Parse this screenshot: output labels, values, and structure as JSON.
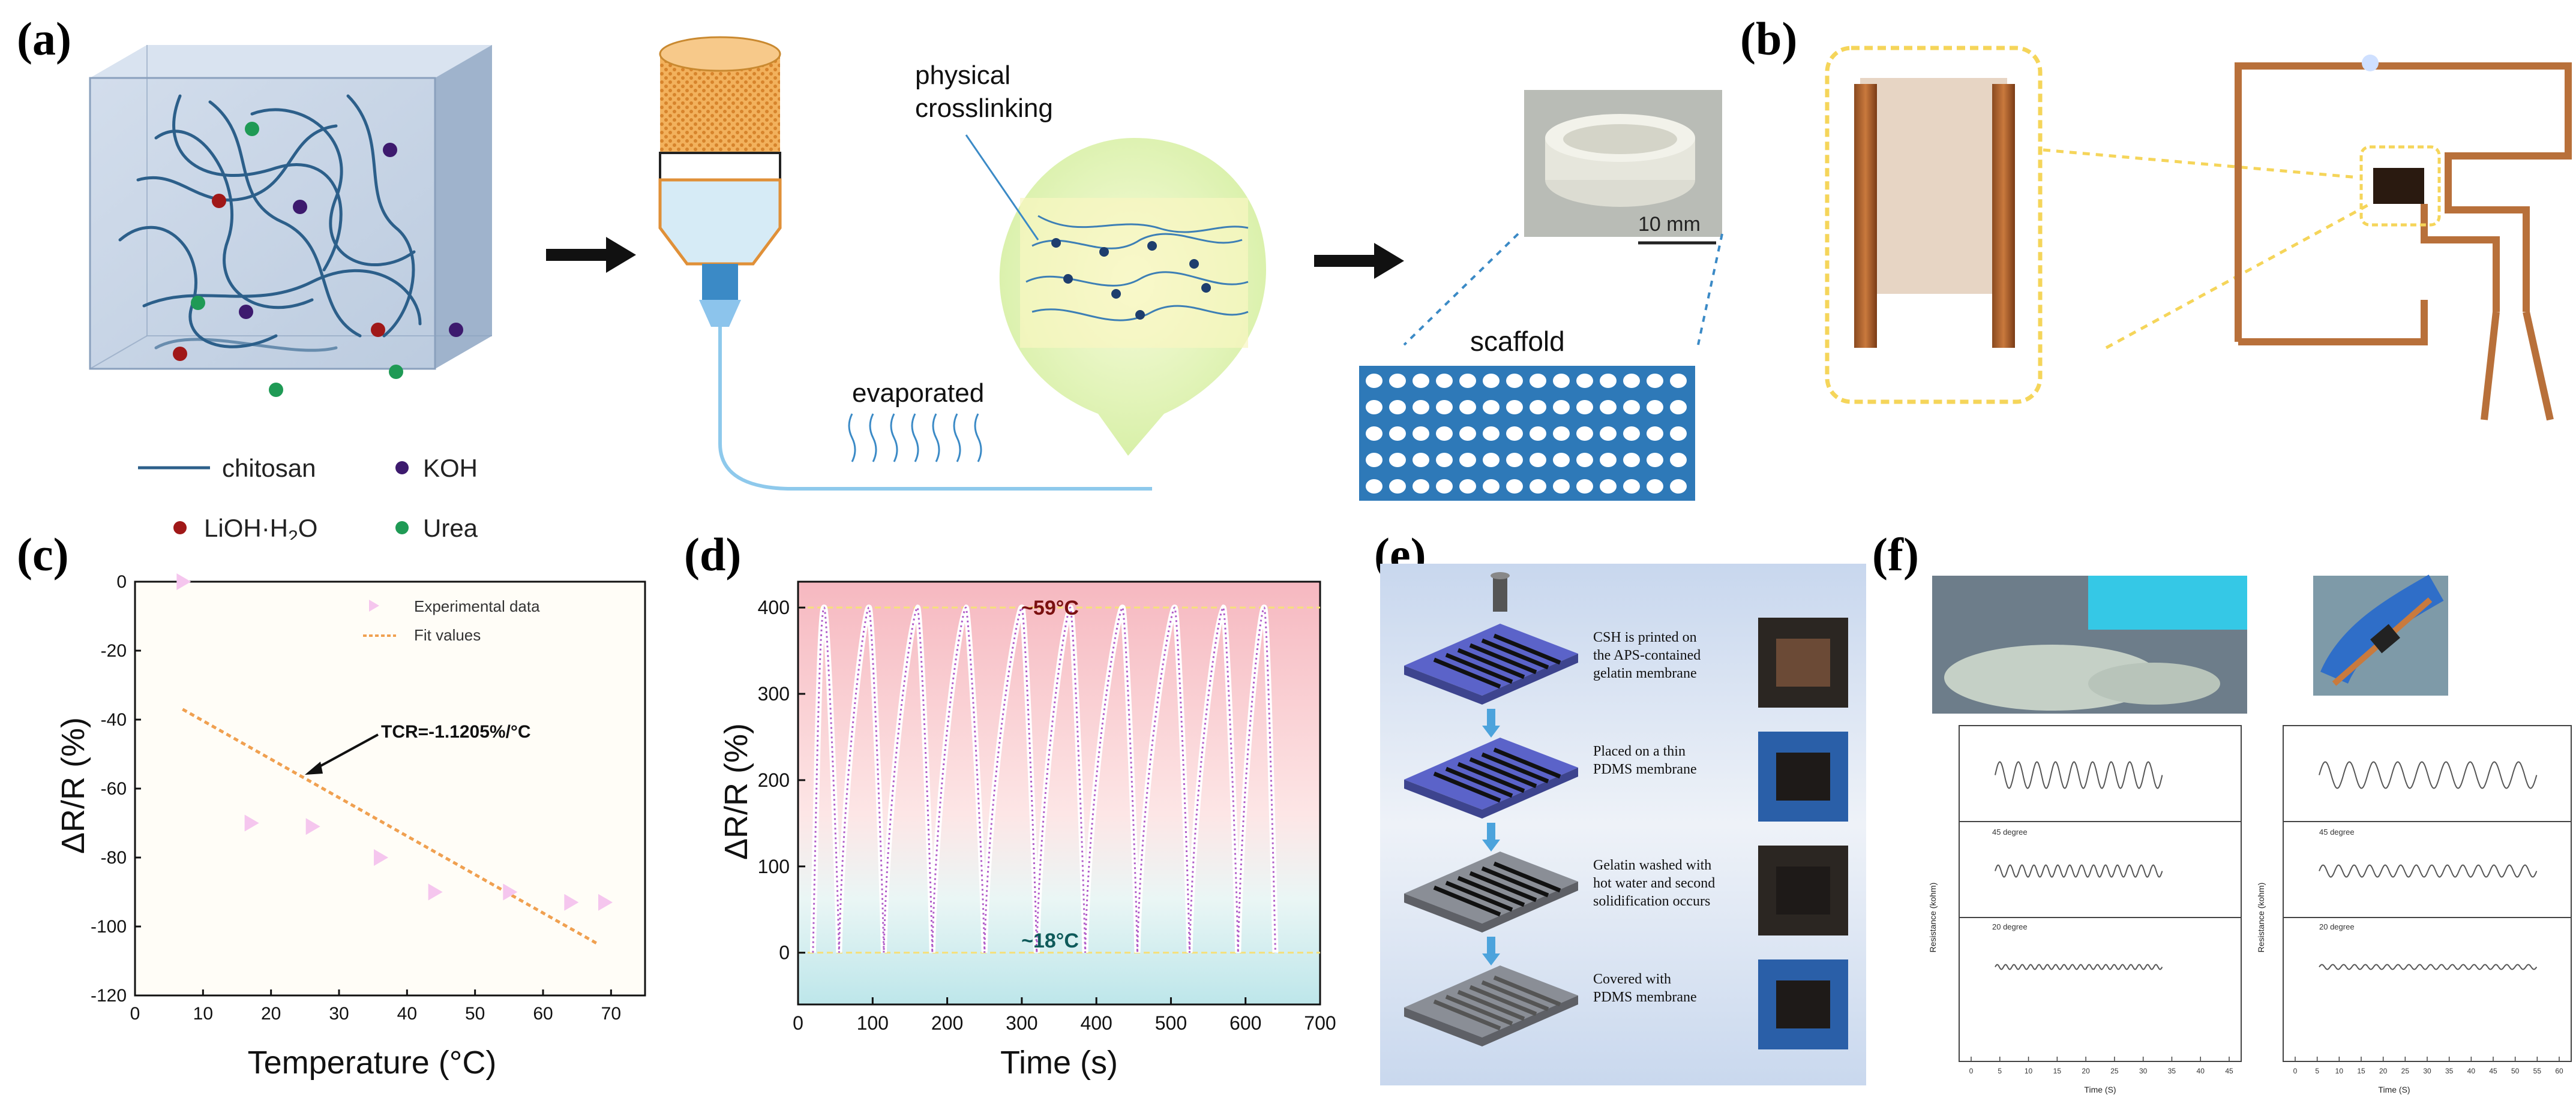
{
  "panels": {
    "a": {
      "label": "(a)",
      "crosslink_label_1": "physical",
      "crosslink_label_2": "crosslinking",
      "evaporated": "evaporated",
      "scale": "10 mm",
      "scaffold": "scaffold",
      "legend": {
        "chitosan": "chitosan",
        "koh": "KOH",
        "lioh_main": "LiOH·H",
        "lioh_sub": "2",
        "lioh_tail": "O",
        "urea": "Urea"
      },
      "colors": {
        "chitosan": "#2c5f8a",
        "koh": "#3d1a6e",
        "lioh": "#a01818",
        "urea": "#1f9a55"
      }
    },
    "b": {
      "label": "(b)"
    },
    "c": {
      "label": "(c)",
      "tcr_annotation": "TCR=-1.1205%/°C"
    },
    "d": {
      "label": "(d)",
      "hot_label": "~59°C",
      "cold_label": "~18°C"
    },
    "e": {
      "label": "(e)",
      "steps": [
        [
          "CSH is printed on",
          "the APS-contained",
          "gelatin membrane"
        ],
        [
          "Placed on a thin",
          "PDMS membrane"
        ],
        [
          "Gelatin washed with",
          "hot water and second",
          "solidification occurs"
        ],
        [
          "Covered with",
          "PDMS membrane"
        ]
      ]
    },
    "f": {
      "label": "(f)",
      "ylabel": "Resistance (kohm)",
      "xlabel": "Time (S)",
      "deg45": "45 degree",
      "deg20": "20 degree",
      "xticks_left": [
        "0",
        "5",
        "10",
        "15",
        "20",
        "25",
        "30",
        "35",
        "40",
        "45"
      ],
      "xticks_right": [
        "0",
        "5",
        "10",
        "15",
        "20",
        "25",
        "30",
        "35",
        "40",
        "45",
        "50",
        "55",
        "60"
      ]
    }
  },
  "chart_data": [
    {
      "type": "scatter",
      "panel": "c",
      "xlabel": "Temperature (°C)",
      "ylabel": "ΔR/R (%)",
      "xlim": [
        0,
        75
      ],
      "ylim": [
        -120,
        0
      ],
      "xticks": [
        0,
        10,
        20,
        30,
        40,
        50,
        60,
        70
      ],
      "yticks": [
        0,
        -20,
        -40,
        -60,
        -80,
        -100,
        -120
      ],
      "legend": [
        "Experimental data",
        "Fit values"
      ],
      "legend_position": "top-right",
      "series": [
        {
          "name": "Experimental data",
          "x": [
            7,
            17,
            26,
            36,
            44,
            55,
            64,
            69
          ],
          "y": [
            0,
            -70,
            -71,
            -80,
            -90,
            -90,
            -93,
            -93
          ]
        },
        {
          "name": "Fit values",
          "x": [
            7,
            68
          ],
          "y": [
            -37,
            -105
          ]
        }
      ]
    },
    {
      "type": "line",
      "panel": "d",
      "xlabel": "Time (s)",
      "ylabel": "ΔR/R (%)",
      "xlim": [
        0,
        700
      ],
      "ylim": [
        -60,
        430
      ],
      "xticks": [
        0,
        100,
        200,
        300,
        400,
        500,
        600,
        700
      ],
      "yticks": [
        0,
        100,
        200,
        300,
        400
      ],
      "cycles": {
        "peak_times": [
          35,
          95,
          160,
          225,
          300,
          365,
          435,
          505,
          570,
          625
        ],
        "trough_times": [
          55,
          115,
          180,
          250,
          320,
          385,
          455,
          525,
          590,
          640
        ],
        "peak_value": 400,
        "trough_value": 0
      }
    }
  ]
}
